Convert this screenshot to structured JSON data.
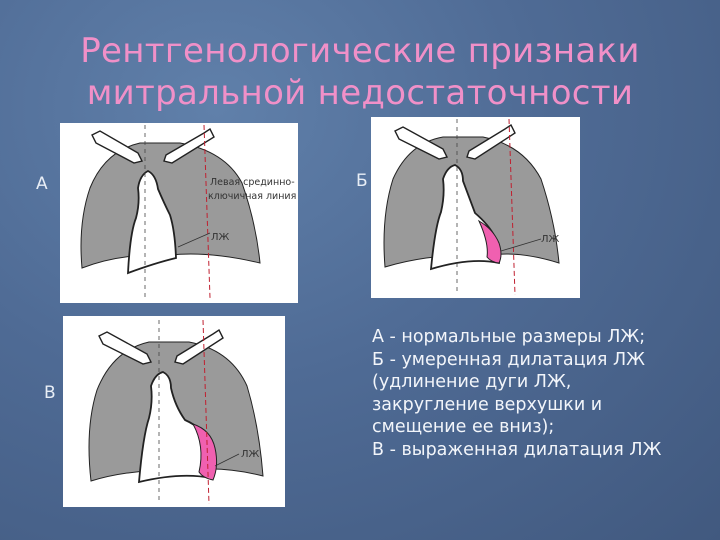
{
  "title": {
    "line1": "Рентгенологические признаки",
    "line2": "митральной недостаточности"
  },
  "panels": {
    "a": {
      "letter": "А",
      "label_line1": "Левая срединно-",
      "label_line2": "ключичная линия",
      "lv_label": "ЛЖ"
    },
    "b": {
      "letter": "Б",
      "lv_label": "ЛЖ"
    },
    "c": {
      "letter": "В",
      "lv_label": "ЛЖ"
    }
  },
  "description": {
    "line1": "А - нормальные размеры ЛЖ;",
    "line2": "Б - умеренная дилатация ЛЖ",
    "line3": "(удлинение дуги ЛЖ,",
    "line4": "закругление верхушки и",
    "line5": "смещение ее вниз);",
    "line6": " В - выраженная дилатация ЛЖ"
  },
  "colors": {
    "background": "#4e6a94",
    "title": "#f090c8",
    "lung": "#9a9a9a",
    "lv_highlight": "#f060b0",
    "midclavicular_line": "#c02030"
  }
}
